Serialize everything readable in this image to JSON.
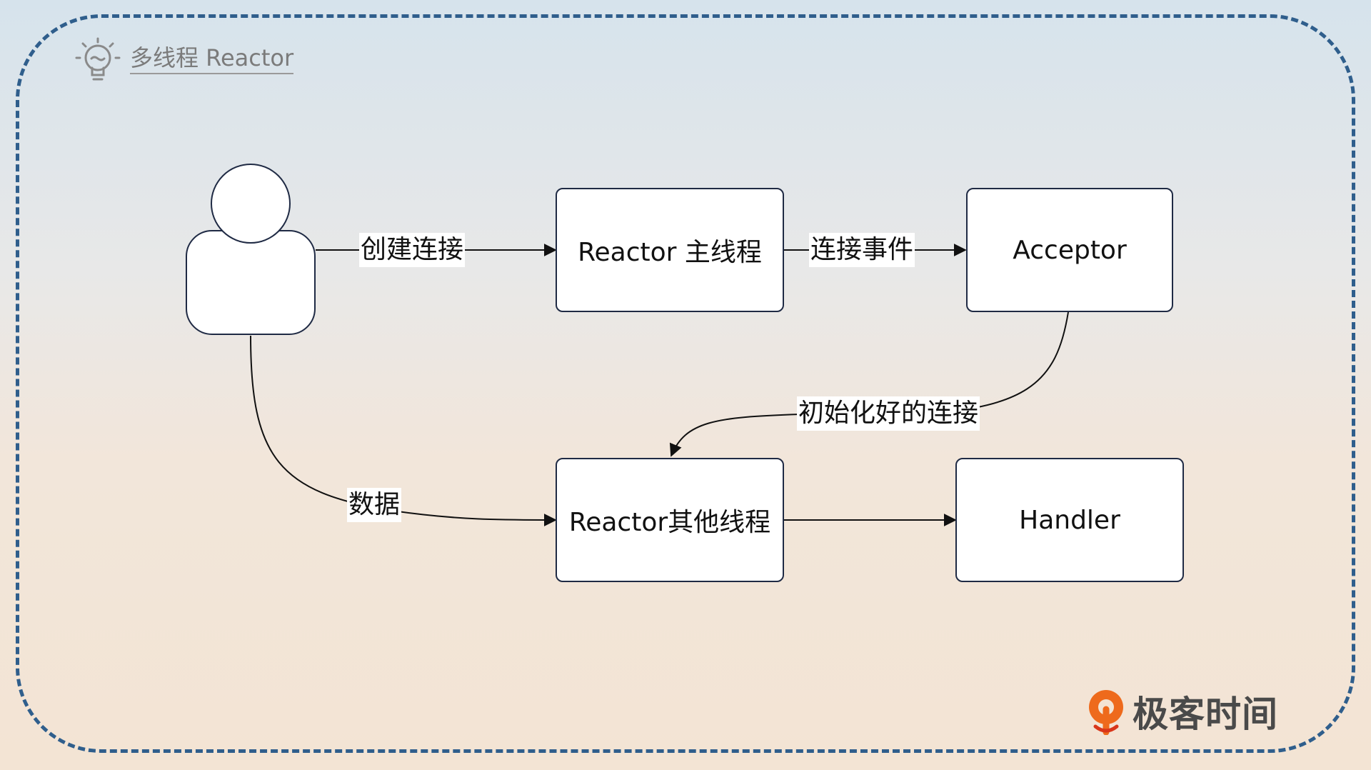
{
  "title": "多线程 Reactor",
  "icons": {
    "title": "lightbulb-icon",
    "actor": "user-actor-icon",
    "brand": "geektime-logo-icon"
  },
  "colors": {
    "frame": "#2f5e8c",
    "node_border": "#1f2a44",
    "edge": "#111111",
    "brand": "#ee6a1c"
  },
  "nodes": {
    "main_reactor": "Reactor 主线程",
    "acceptor": "Acceptor",
    "sub_reactor": "Reactor其他线程",
    "handler": "Handler"
  },
  "edges": {
    "create_connection": "创建连接",
    "connection_event": "连接事件",
    "initialized_connection": "初始化好的连接",
    "data": "数据"
  },
  "brand": {
    "name": "极客时间"
  }
}
